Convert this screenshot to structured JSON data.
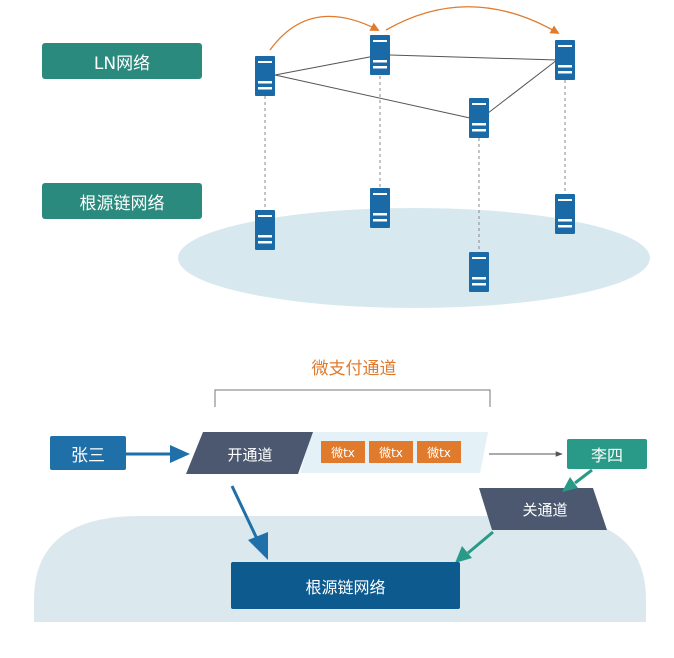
{
  "top": {
    "ln_label": "LN网络",
    "root_label": "根源链网络"
  },
  "bottom": {
    "title": "微支付通道",
    "sender": "张三",
    "open": "开通道",
    "tx": [
      "微tx",
      "微tx",
      "微tx"
    ],
    "receiver": "李四",
    "close": "关通道",
    "chain": "根源链网络"
  },
  "colors": {
    "teal": "#2a8a7e",
    "blue": "#1f6fa8",
    "navy": "#0d5a8e",
    "slate": "#4b5870",
    "orange": "#e07b2d",
    "light": "#dcecef"
  }
}
